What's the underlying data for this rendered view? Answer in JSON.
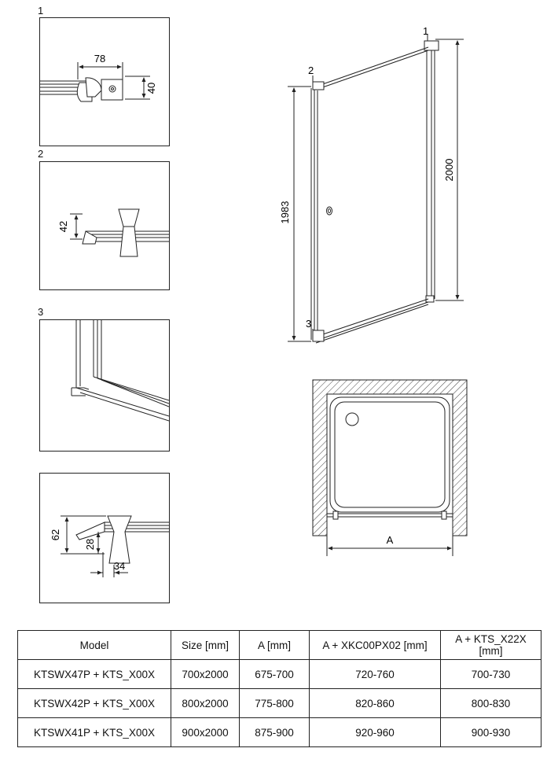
{
  "details": [
    {
      "number": "1",
      "dims": {
        "width": "78",
        "height": "40"
      }
    },
    {
      "number": "2",
      "dims": {
        "height": "42"
      }
    },
    {
      "number": "3"
    },
    {
      "dims": {
        "height_total": "62",
        "height_inner": "28",
        "width": "34"
      }
    }
  ],
  "main_drawing": {
    "callouts": [
      "1",
      "2",
      "3"
    ],
    "height_left": "1983",
    "height_right": "2000"
  },
  "plan_view": {
    "dimension_label": "A"
  },
  "table": {
    "headers": [
      "Model",
      "Size [mm]",
      "A [mm]",
      "A + XKC00PX02 [mm]",
      "A + KTS_X22X [mm]"
    ],
    "rows": [
      [
        "KTSWX47P + KTS_X00X",
        "700x2000",
        "675-700",
        "720-760",
        "700-730"
      ],
      [
        "KTSWX42P + KTS_X00X",
        "800x2000",
        "775-800",
        "820-860",
        "800-830"
      ],
      [
        "KTSWX41P + KTS_X00X",
        "900x2000",
        "875-900",
        "920-960",
        "900-930"
      ]
    ]
  }
}
